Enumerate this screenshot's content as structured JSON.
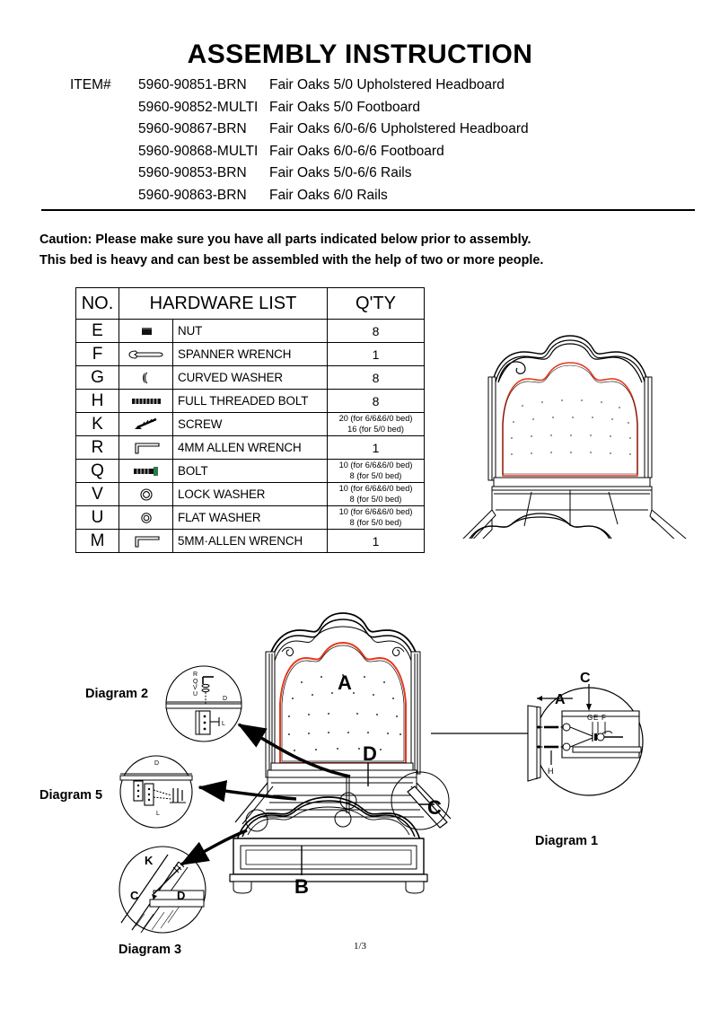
{
  "document": {
    "title": "ASSEMBLY INSTRUCTION",
    "page_number": "1/3"
  },
  "items": {
    "label": "ITEM#",
    "rows": [
      {
        "sku": "5960-90851-BRN",
        "description": "Fair Oaks 5/0 Upholstered Headboard"
      },
      {
        "sku": "5960-90852-MULTI",
        "description": "Fair Oaks 5/0 Footboard"
      },
      {
        "sku": "5960-90867-BRN",
        "description": "Fair Oaks 6/0-6/6 Upholstered Headboard"
      },
      {
        "sku": "5960-90868-MULTI",
        "description": "Fair Oaks 6/0-6/6 Footboard"
      },
      {
        "sku": "5960-90853-BRN",
        "description": "Fair Oaks 5/0-6/6 Rails"
      },
      {
        "sku": "5960-90863-BRN",
        "description": "Fair Oaks 6/0 Rails"
      }
    ]
  },
  "caution": {
    "line1": "Caution: Please make sure you have all parts indicated below prior to assembly.",
    "line2": "This bed is heavy and can best be assembled with the help of two or more people."
  },
  "hardware": {
    "headers": {
      "no": "NO.",
      "list": "HARDWARE LIST",
      "qty": "Q'TY"
    },
    "rows": [
      {
        "no": "E",
        "icon": "nut-icon",
        "name": "NUT",
        "qty": "8",
        "qty_lines": []
      },
      {
        "no": "F",
        "icon": "spanner-wrench-icon",
        "name": "SPANNER WRENCH",
        "qty": "1",
        "qty_lines": []
      },
      {
        "no": "G",
        "icon": "curved-washer-icon",
        "name": "CURVED WASHER",
        "qty": "8",
        "qty_lines": []
      },
      {
        "no": "H",
        "icon": "threaded-bolt-icon",
        "name": "FULL THREADED BOLT",
        "qty": "8",
        "qty_lines": []
      },
      {
        "no": "K",
        "icon": "screw-icon",
        "name": "SCREW",
        "qty": "",
        "qty_lines": [
          "20 (for 6/6&6/0 bed)",
          "16 (for 5/0 bed)"
        ]
      },
      {
        "no": "R",
        "icon": "allen-wrench-icon",
        "name": "4MM ALLEN WRENCH",
        "qty": "1",
        "qty_lines": []
      },
      {
        "no": "Q",
        "icon": "bolt-icon",
        "name": "BOLT",
        "qty": "",
        "qty_lines": [
          "10 (for 6/6&6/0 bed)",
          "8  (for 5/0 bed)"
        ]
      },
      {
        "no": "V",
        "icon": "lock-washer-icon",
        "name": "LOCK WASHER",
        "qty": "",
        "qty_lines": [
          "10 (for 6/6&6/0 bed)",
          "8  (for 5/0 bed)"
        ]
      },
      {
        "no": "U",
        "icon": "flat-washer-icon",
        "name": "FLAT WASHER",
        "qty": "",
        "qty_lines": [
          "10 (for 6/6&6/0 bed)",
          "8  (for 5/0 bed)"
        ]
      },
      {
        "no": "M",
        "icon": "allen-wrench-icon",
        "name": "5MM·ALLEN WRENCH",
        "qty": "1",
        "qty_lines": []
      }
    ]
  },
  "assembly": {
    "part_labels": {
      "headboard": "A",
      "footboard": "B",
      "rail": "C",
      "center_support": "D"
    },
    "diagram1": {
      "title": "Diagram 1",
      "labels": {
        "rail": "C",
        "headboard": "A",
        "curved_washer": "G",
        "nut": "E",
        "wrench": "F",
        "bolt": "H"
      }
    },
    "diagram2": {
      "title": "Diagram 2",
      "labels": {
        "wrench": "R",
        "bolt": "Q",
        "lock_washer": "V",
        "flat_washer": "U",
        "support": "D",
        "leg": "L"
      }
    },
    "diagram3": {
      "title": "Diagram 3",
      "labels": {
        "screw": "K",
        "rail": "C",
        "support": "D"
      }
    },
    "diagram5": {
      "title": "Diagram 5",
      "labels": {
        "support": "D",
        "leg": "L"
      }
    }
  },
  "colors": {
    "ink": "#000000",
    "upholstery_accent": "#e8381c",
    "paper": "#ffffff"
  }
}
